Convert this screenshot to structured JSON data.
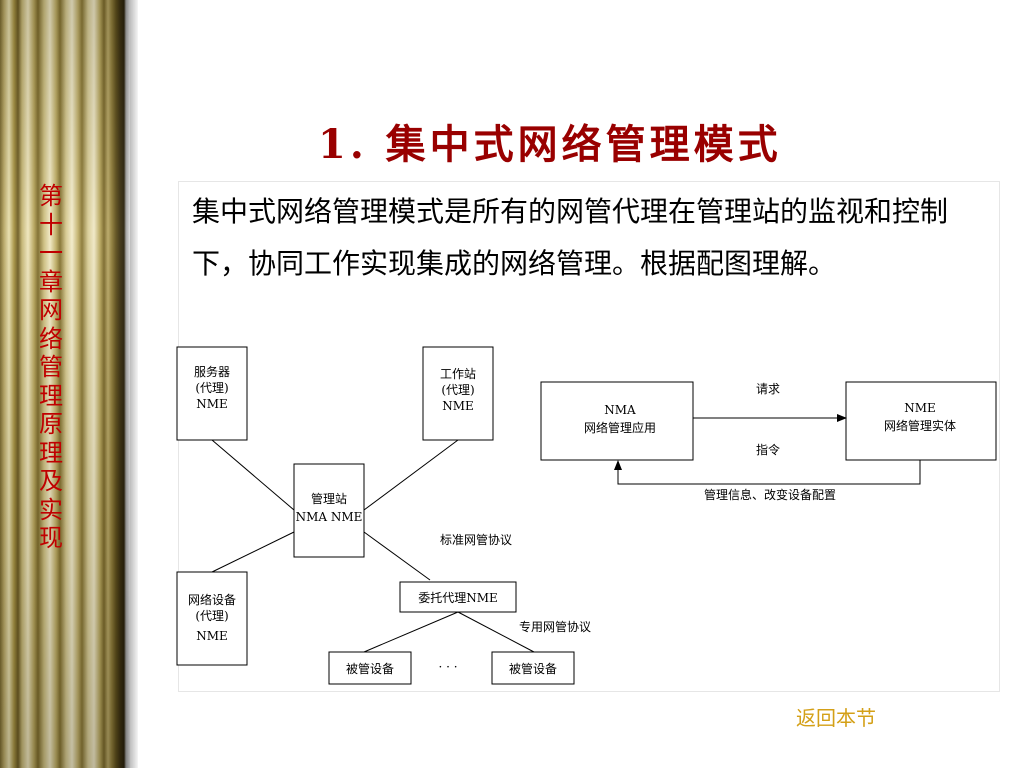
{
  "sidebar": {
    "chapter_text": "第十一章  网络管理原理及实现"
  },
  "title": "1. 集中式网络管理模式",
  "paragraph": "集中式网络管理模式是所有的网管代理在管理站的监视和控制下，协同工作实现集成的网络管理。根据配图理解。",
  "diagram": {
    "server": [
      "服务器",
      "(代理)",
      "NME"
    ],
    "workstation": [
      "工作站",
      "(代理)",
      "NME"
    ],
    "station": [
      "管理站",
      "NMA  NME"
    ],
    "netdevice": [
      "网络设备",
      "(代理)",
      "NME"
    ],
    "proxy": "委托代理NME",
    "std_protocol": "标准网管协议",
    "private_protocol": "专用网管协议",
    "managed1": "被管设备",
    "managed2": "被管设备",
    "ellipsis": "· · ·",
    "nma": [
      "NMA",
      "网络管理应用"
    ],
    "nme": [
      "NME",
      "网络管理实体"
    ],
    "request": "请求",
    "command": "指令",
    "feedback": "管理信息、改变设备配置"
  },
  "back_link": "返回本节"
}
